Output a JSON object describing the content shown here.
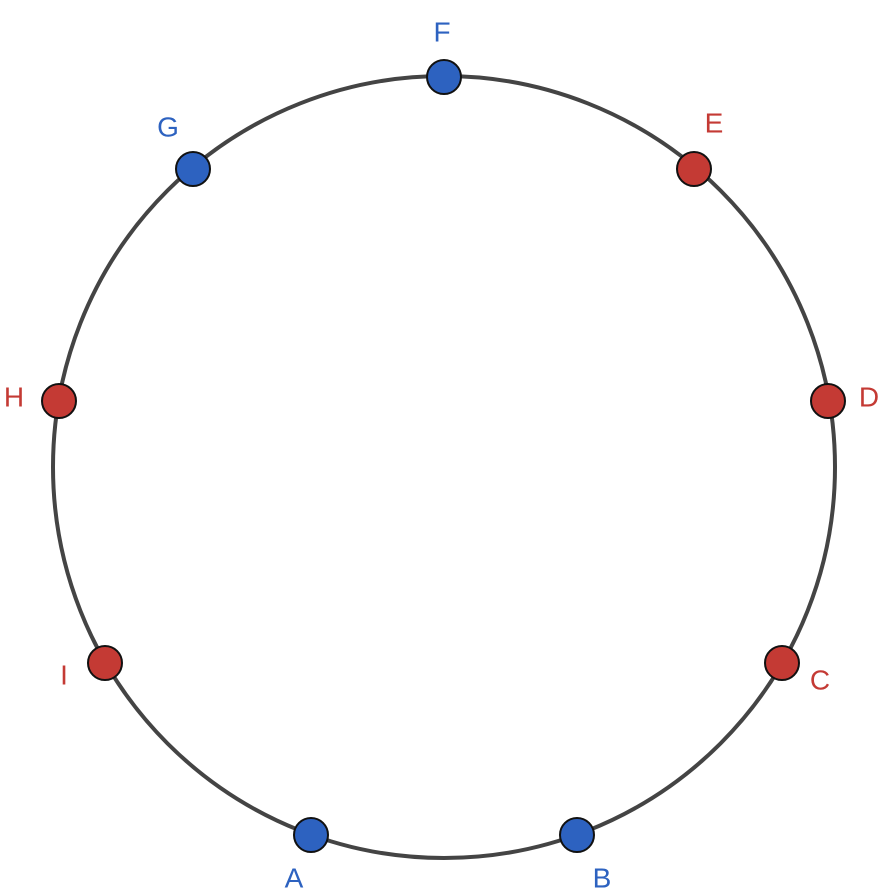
{
  "colors": {
    "blue": "#2d62c0",
    "red": "#c43a34",
    "ring": "#444444"
  },
  "points": [
    {
      "label": "A",
      "color": "blue"
    },
    {
      "label": "B",
      "color": "blue"
    },
    {
      "label": "C",
      "color": "red"
    },
    {
      "label": "D",
      "color": "red"
    },
    {
      "label": "E",
      "color": "red"
    },
    {
      "label": "F",
      "color": "blue"
    },
    {
      "label": "G",
      "color": "blue"
    },
    {
      "label": "H",
      "color": "red"
    },
    {
      "label": "I",
      "color": "red"
    }
  ]
}
